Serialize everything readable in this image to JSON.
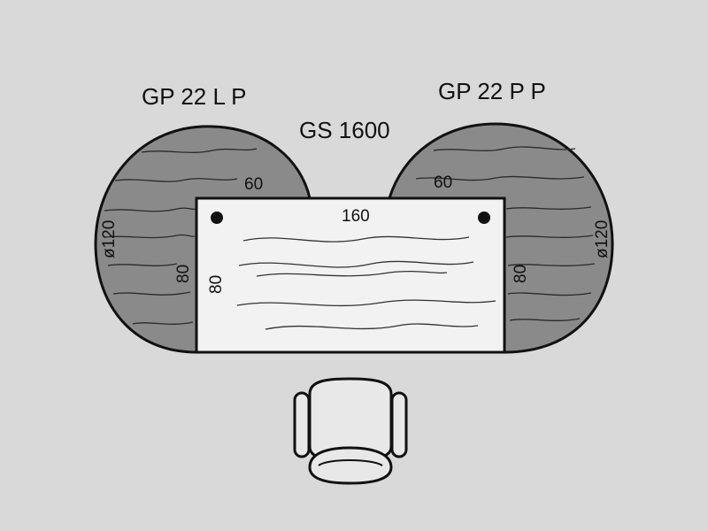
{
  "colors": {
    "background": "#d9d9d9",
    "extension_fill": "#8a8a8a",
    "desk_fill": "#f2f2f2",
    "stroke": "#111111"
  },
  "labels": {
    "left_extension_name": "GP 22 L P",
    "right_extension_name": "GP 22 P P",
    "desk_name": "GS 1600",
    "left_extension_width": "60",
    "right_extension_width": "60",
    "desk_width": "160",
    "left_diameter": "ø120",
    "right_diameter": "ø120",
    "left_extension_depth": "80",
    "desk_depth": "80",
    "right_extension_depth": "80"
  },
  "icons": {
    "chair": "office-chair-icon",
    "desk_holes": "cable-hole-icon"
  }
}
